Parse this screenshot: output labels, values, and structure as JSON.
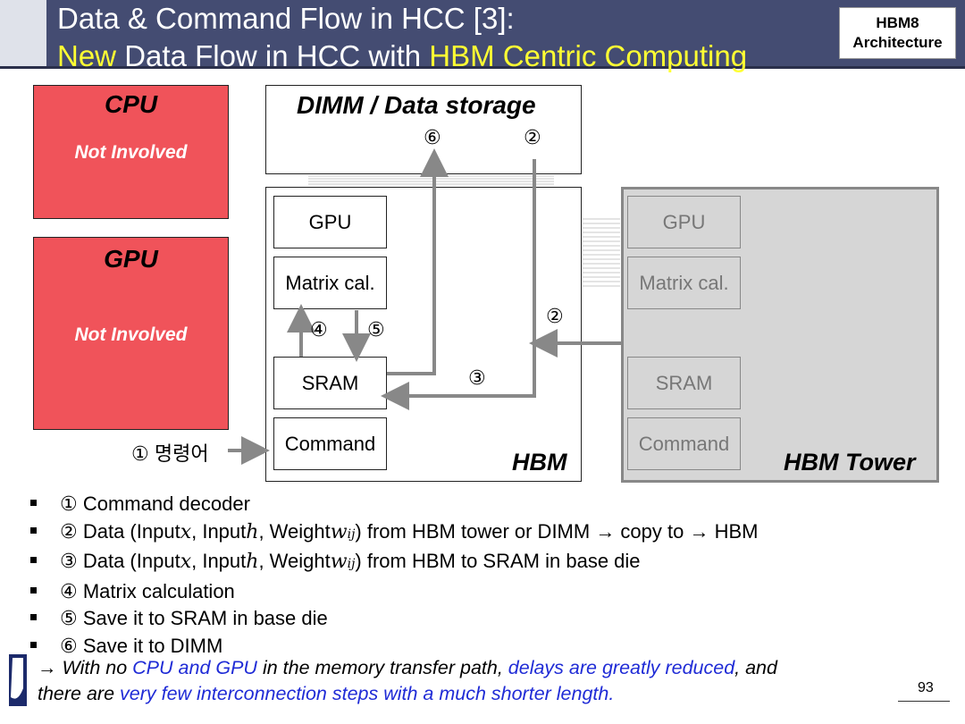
{
  "header": {
    "title_line1": "Data & Command Flow in HCC [3]:",
    "title_line2_a": "New",
    "title_line2_b": " Data Flow in HCC with ",
    "title_line2_c": "HBM Centric Computing",
    "badge_line1": "HBM8",
    "badge_line2": "Architecture"
  },
  "diagram": {
    "cpu": {
      "title": "CPU",
      "status": "Not Involved"
    },
    "gpu": {
      "title": "GPU",
      "status": "Not Involved"
    },
    "storage": {
      "title": "DIMM / Data storage"
    },
    "hbm": {
      "label": "HBM",
      "blocks": [
        "GPU",
        "Matrix cal.",
        "SRAM",
        "Command"
      ]
    },
    "tower": {
      "label": "HBM Tower",
      "blocks": [
        "GPU",
        "Matrix cal.",
        "SRAM",
        "Command"
      ]
    },
    "steps": {
      "s1": "① 명령어",
      "s2": "②",
      "s3": "③",
      "s4": "④",
      "s5": "⑤",
      "s6": "⑥"
    }
  },
  "bullets": {
    "b1": "① Command decoder",
    "b2_pre": "② Data (Input ",
    "b2_x": "x",
    "b2_mid1": ", Input ",
    "b2_h": "h",
    "b2_mid2": ", Weight ",
    "b2_w": "w",
    "b2_sub": "ij",
    "b2_post": ") from HBM tower or DIMM → copy to → HBM",
    "b3_pre": "③ Data (Input ",
    "b3_x": "x",
    "b3_mid1": ", Input ",
    "b3_h": "h",
    "b3_mid2": ", Weight ",
    "b3_w": "w",
    "b3_sub": "ij",
    "b3_post": ") from HBM to SRAM in base die",
    "b4": "④ Matrix calculation",
    "b5": "⑤ Save it to SRAM in base die",
    "b6": "⑥ Save it to DIMM"
  },
  "conclusion": {
    "l1_a": "→ With no ",
    "l1_b": "CPU and GPU",
    "l1_c": " in the memory transfer path, ",
    "l1_d": "delays are greatly reduced",
    "l1_e": ", and",
    "l2_a": "there are ",
    "l2_b": "very few interconnection steps with a much shorter length."
  },
  "page_number": "93",
  "colors": {
    "header_bg": "#444c72",
    "accent_yellow": "#ffff33",
    "not_involved_red": "#f0535a",
    "tower_gray": "#d6d6d6",
    "emphasis_blue": "#1f2bd6"
  }
}
